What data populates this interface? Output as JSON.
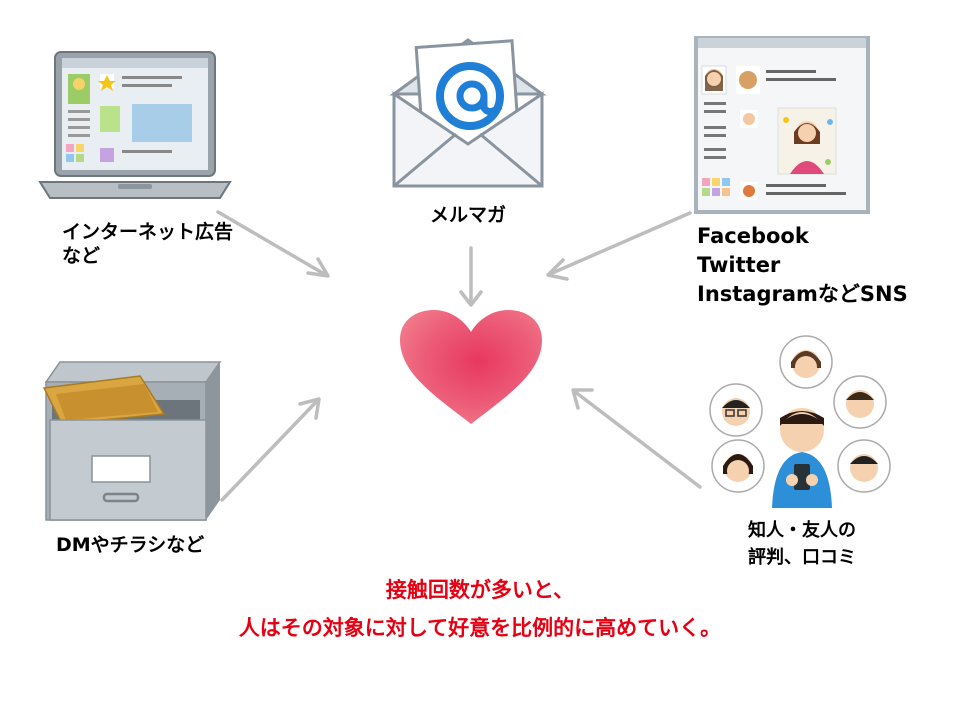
{
  "nodes": {
    "internet_ad": "インターネット広告\nなど",
    "mailmag": "メルマガ",
    "sns": "Facebook\nTwitter\nInstagramなどSNS",
    "dm": "DMやチラシなど",
    "word_of_mouth": "知人・友人の\n評判、口コミ"
  },
  "caption": {
    "line1": "接触回数が多いと、",
    "line2": "人はその対象に対して好意を比例的に高めていく。"
  },
  "icons": {
    "laptop": "laptop-icon",
    "envelope": "envelope-icon",
    "sns_window": "sns-browser-icon",
    "cabinet": "file-cabinet-icon",
    "people": "people-talking-icon",
    "heart": "heart-icon"
  },
  "colors": {
    "caption": "#e60012",
    "arrow": "#bdbdbd",
    "heart": "#e8506e"
  }
}
